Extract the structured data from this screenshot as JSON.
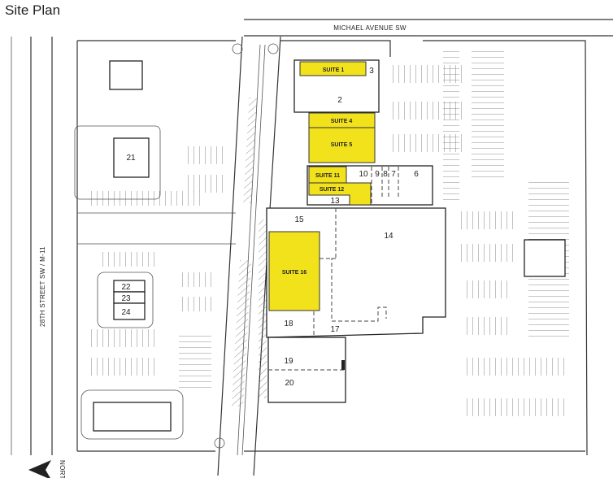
{
  "title": "Site Plan",
  "streets": {
    "north": "MICHAEL AVENUE SW",
    "west": "28TH STREET SW / M-11"
  },
  "north_arrow": {
    "label": "NORTH",
    "icon": "arrow-left-icon"
  },
  "colors": {
    "available_suite": "#f2e21c"
  },
  "units": {
    "suite1": "SUITE 1",
    "u2": "2",
    "u3": "3",
    "suite4": "SUITE 4",
    "suite5": "SUITE 5",
    "u6": "6",
    "u7": "7",
    "u8": "8",
    "u9": "9",
    "u10": "10",
    "suite11": "SUITE 11",
    "suite12": "SUITE 12",
    "u13": "13",
    "u14": "14",
    "u15": "15",
    "suite16": "SUITE 16",
    "u17": "17",
    "u18": "18",
    "u19": "19",
    "u20": "20",
    "u21": "21",
    "u22": "22",
    "u23": "23",
    "u24": "24"
  }
}
